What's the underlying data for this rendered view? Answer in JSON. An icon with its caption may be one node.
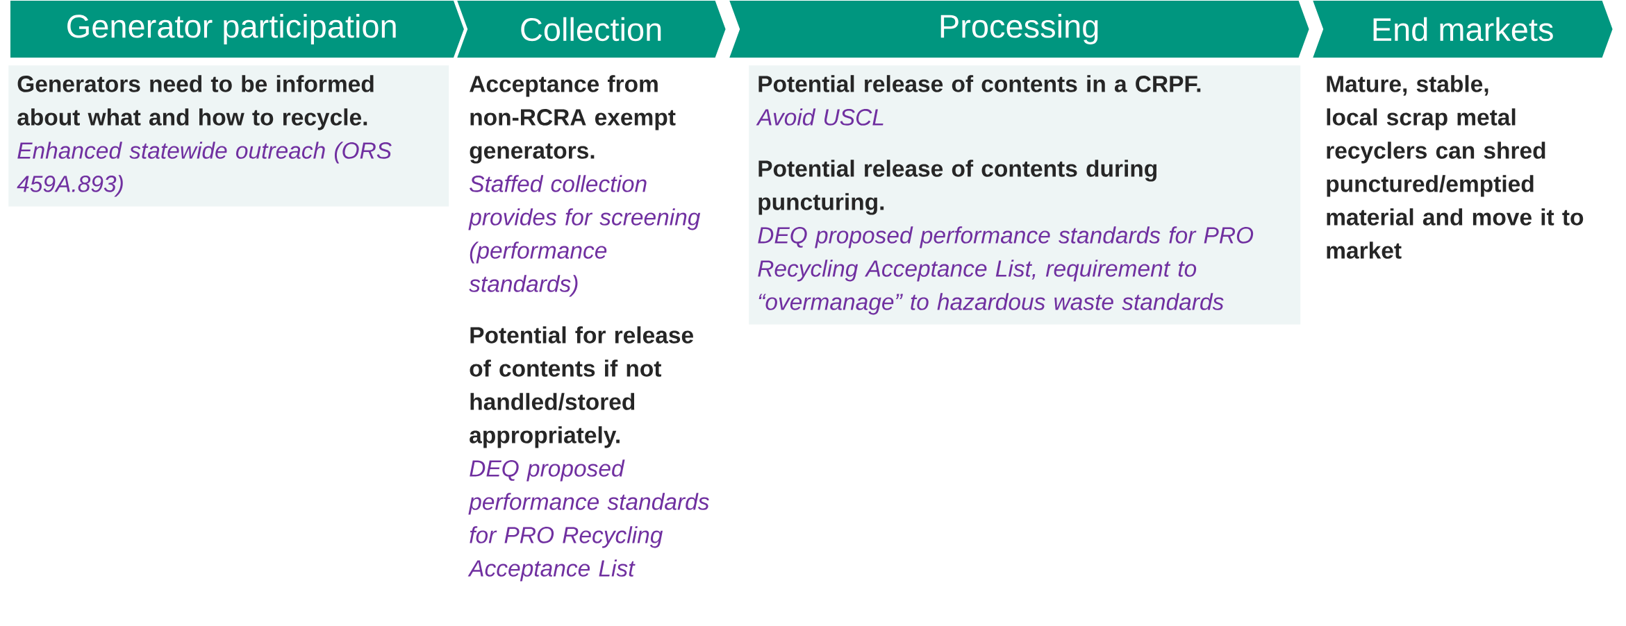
{
  "diagram": {
    "nodes": [
      {
        "text": [
          "Generator participation"
        ]
      },
      {
        "text": [
          "Collection"
        ]
      },
      {
        "text": [
          "Processing"
        ]
      },
      {
        "text": [
          "End markets"
        ]
      },
      {
        "text": [
          "Generators need to be informed about what and how to recycle.",
          "Enhanced statewide outreach (ORS 459A.893)"
        ]
      },
      {
        "text": [
          "Acceptance from non-RCRA exempt generators.",
          "Staffed collection provides for screening (performance standards)",
          "Potential for release of contents if not handled/stored appropriately.",
          "DEQ proposed performance standards for PRO Recycling Acceptance List"
        ]
      },
      {
        "text": [
          "Potential release of contents in a CRPF.",
          "Avoid USCL",
          "Potential release of contents during puncturing.",
          "DEQ proposed performance standards for PRO Recycling Acceptance List, requirement to “overmanage” to hazardous waste standards"
        ]
      },
      {
        "text": [
          "Mature, stable, local scrap metal recyclers can shred punctured/emptied material and move it to market"
        ]
      }
    ]
  }
}
